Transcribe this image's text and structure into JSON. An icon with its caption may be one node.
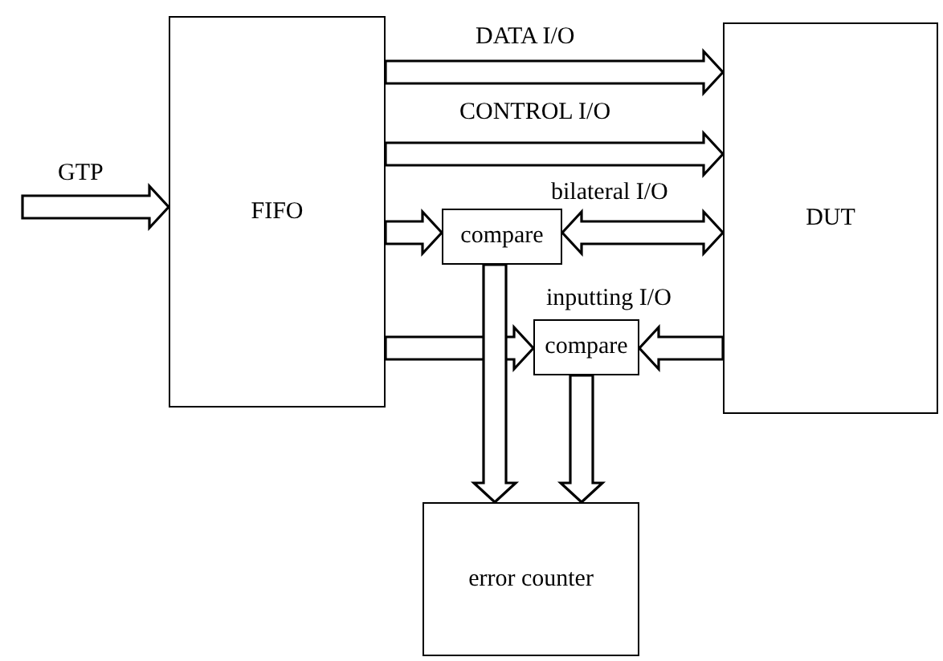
{
  "diagram": {
    "nodes": [
      {
        "text": [
          "FIFO"
        ]
      },
      {
        "text": [
          "DUT"
        ]
      },
      {
        "text": [
          "compare"
        ]
      },
      {
        "text": [
          "compare"
        ]
      },
      {
        "text": [
          "error counter"
        ]
      }
    ],
    "edges": [
      {
        "from": null,
        "to": 0,
        "arrow": "to",
        "label": "GTP"
      },
      {
        "from": 0,
        "to": 1,
        "arrow": "to",
        "label": "DATA I/O"
      },
      {
        "from": 0,
        "to": 1,
        "arrow": "to",
        "label": "CONTROL I/O"
      },
      {
        "from": 0,
        "to": 2,
        "arrow": "to"
      },
      {
        "from": 2,
        "to": 1,
        "arrow": "both",
        "label": "bilateral I/O"
      },
      {
        "from": 0,
        "to": 3,
        "arrow": "to"
      },
      {
        "from": 1,
        "to": 3,
        "arrow": "to",
        "label": "inputting I/O"
      },
      {
        "from": 2,
        "to": 4,
        "arrow": "to"
      },
      {
        "from": 3,
        "to": 4,
        "arrow": "to"
      }
    ]
  }
}
